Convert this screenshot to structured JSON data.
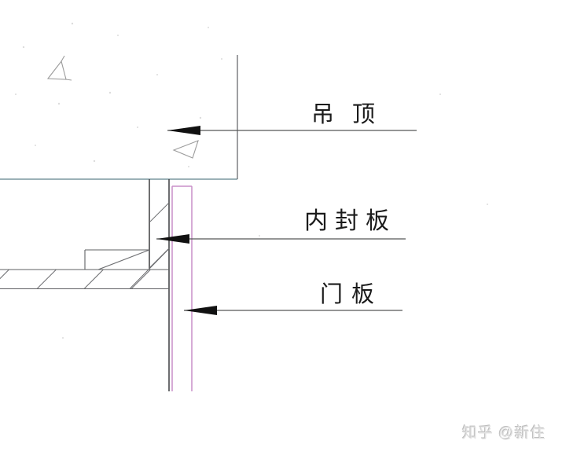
{
  "diagram": {
    "type": "cad-section-detail",
    "labels": {
      "ceiling": "吊顶",
      "inner_seal_panel": "内封板",
      "door_panel": "门板"
    },
    "watermark": "知乎 @新住"
  },
  "colors": {
    "line": "#5f6063",
    "dark_line": "#3d3e40",
    "ceiling_edge": "#8da6ad",
    "hatch": "#6e6f72",
    "pink": "#c98fc9",
    "arrow": "#111111",
    "leader": "#565758",
    "triangle": "#9b9b9b",
    "speckle": "#dcdcdc",
    "watermark_color": "#e2e2e2"
  }
}
